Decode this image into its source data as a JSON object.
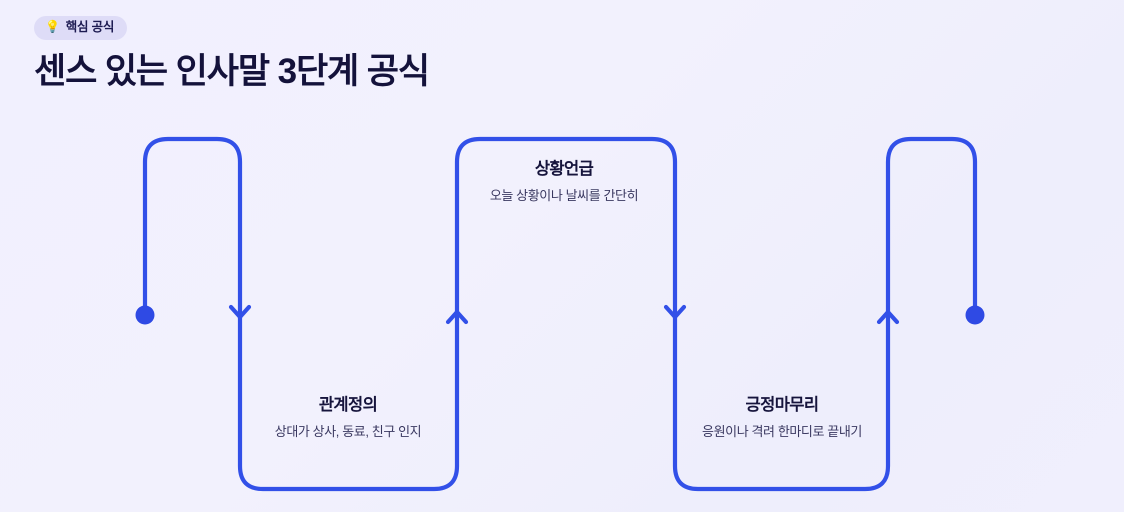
{
  "header": {
    "badge": {
      "icon": "lightbulb-icon",
      "glyph": "💡",
      "label": "핵심 공식"
    },
    "title": "센스 있는 인사말 3단계 공식"
  },
  "diagram": {
    "type": "serpentine-flow",
    "orientation": "horizontal",
    "start_marker": "dot",
    "end_marker": "dot",
    "connector_marker": "arrow",
    "step_count": 3,
    "steps": [
      {
        "index": 1,
        "title": "관계정의",
        "desc": "상대가 상사, 동료, 친구 인지",
        "position": "below"
      },
      {
        "index": 2,
        "title": "상황언급",
        "desc": "오늘 상황이나 날씨를 간단히",
        "position": "above"
      },
      {
        "index": 3,
        "title": "긍정마무리",
        "desc": "응원이나 격려 한마디로 끝내기",
        "position": "below"
      }
    ]
  },
  "colors": {
    "accent": "#2f4ae4",
    "accent_line": "#3250e8",
    "title_text": "#14123b",
    "body_text": "#3a3860",
    "badge_bg": "#dedcf7",
    "badge_text": "#1d1b52",
    "background_from": "#f1f0fe",
    "background_to": "#eeeefc"
  }
}
